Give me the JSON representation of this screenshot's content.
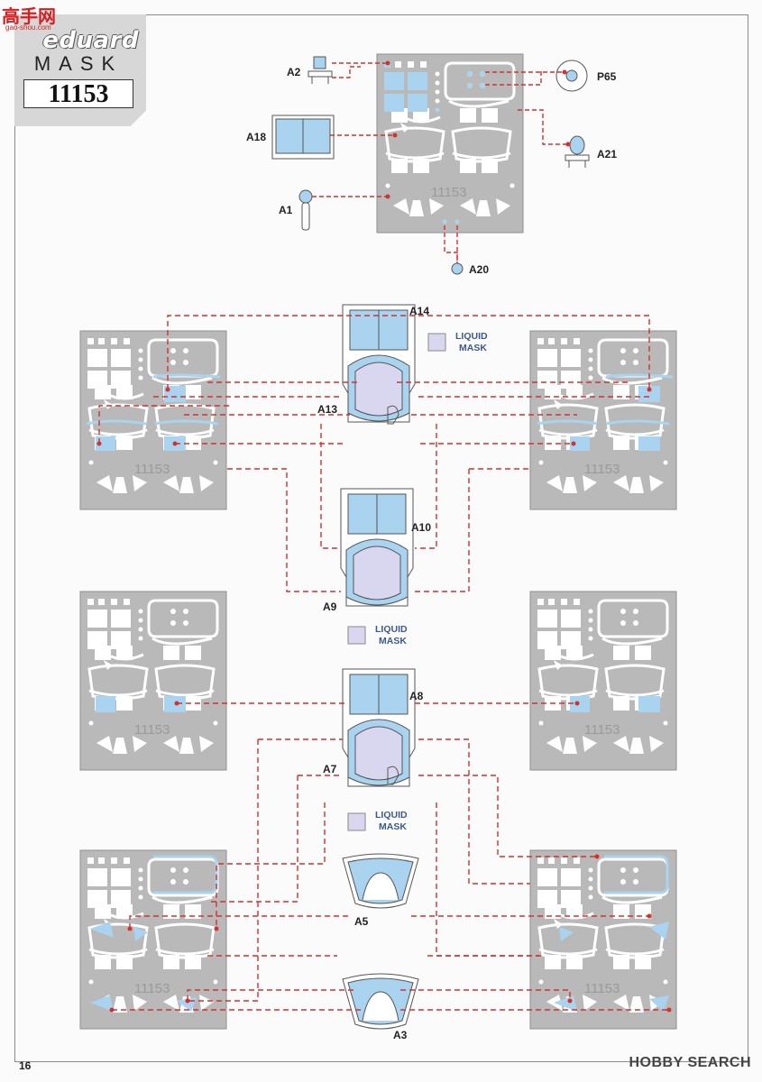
{
  "brand": {
    "name": "eduard",
    "product": "MASK",
    "code": "11153"
  },
  "watermark": {
    "text": "高手网",
    "sub": "gao-shou.com"
  },
  "page_number": "16",
  "footer_logo": "HOBBY SEARCH",
  "sheet_number": "11153",
  "liquid_mask": "LIQUID\nMASK",
  "liquid_mask_lines": [
    "LIQUID",
    "MASK"
  ],
  "labels": {
    "A1": "A1",
    "A2": "A2",
    "A3": "A3",
    "A5": "A5",
    "A7": "A7",
    "A8": "A8",
    "A9": "A9",
    "A10": "A10",
    "A13": "A13",
    "A14": "A14",
    "A18": "A18",
    "A20": "A20",
    "A21": "A21",
    "P65": "P65"
  },
  "colors": {
    "mask_blue": "#a9d3ee",
    "canopy_lavender": "#d9d6ef",
    "leader_red": "#d0332f",
    "sheet_gray": "#b9b9b9"
  }
}
